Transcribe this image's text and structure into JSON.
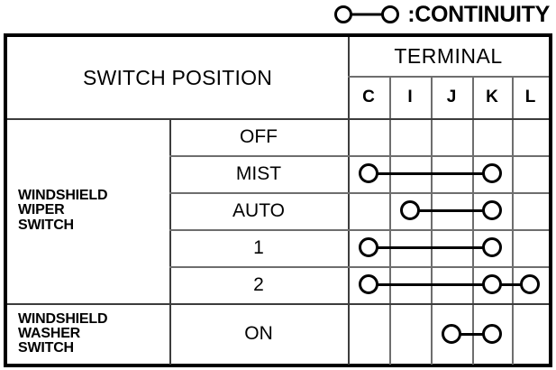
{
  "legend": {
    "label": ":CONTINUITY",
    "symbol_name": "continuity-symbol"
  },
  "table": {
    "headers": {
      "switch_position": "SWITCH POSITION",
      "terminal": "TERMINAL",
      "terminals": [
        "C",
        "I",
        "J",
        "K",
        "L"
      ]
    },
    "groups": [
      {
        "name": "WINDSHIELD WIPER SWITCH",
        "lines": [
          "WINDSHIELD",
          "WIPER",
          "SWITCH"
        ],
        "rows": [
          {
            "position": "OFF",
            "continuity": []
          },
          {
            "position": "MIST",
            "continuity": [
              "C",
              "K"
            ]
          },
          {
            "position": "AUTO",
            "continuity": [
              "I",
              "K"
            ]
          },
          {
            "position": "1",
            "continuity": [
              "C",
              "K"
            ]
          },
          {
            "position": "2",
            "continuity": [
              "C",
              "K",
              "L"
            ]
          }
        ]
      },
      {
        "name": "WINDSHIELD WASHER SWITCH",
        "lines": [
          "WINDSHIELD",
          "WASHER",
          "SWITCH"
        ],
        "rows": [
          {
            "position": "ON",
            "continuity": [
              "J",
              "K"
            ]
          }
        ]
      }
    ]
  },
  "colors": {
    "outer_border": "#000000",
    "inner_grid": "#6e6e6e",
    "symbol": "#000000",
    "background": "#ffffff"
  }
}
